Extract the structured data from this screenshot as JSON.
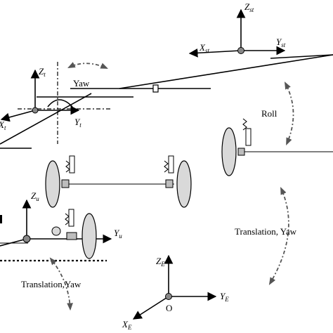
{
  "frames": {
    "stationary": {
      "x": "X",
      "x_sub": "st",
      "y": "Y",
      "y_sub": "st",
      "z": "Z",
      "z_sub": "st"
    },
    "tractor": {
      "x": "X",
      "x_sub": "t",
      "y": "Y",
      "y_sub": "t",
      "z": "Z",
      "z_sub": "t"
    },
    "unsprung": {
      "y": "Y",
      "y_sub": "u",
      "z": "Z",
      "z_sub": "u"
    },
    "earth": {
      "x": "X",
      "x_sub": "E",
      "y": "Y",
      "y_sub": "E",
      "z": "Z",
      "z_sub": "E",
      "origin": "O"
    }
  },
  "motion_labels": {
    "yaw": "Yaw",
    "roll": "Roll",
    "translation_yaw_right": "Translation, Yaw",
    "translation_yaw_left": "Translation,Yaw"
  },
  "colors": {
    "line": "#000000",
    "wheel": "#d9d9d9",
    "arrow": "#555555"
  }
}
